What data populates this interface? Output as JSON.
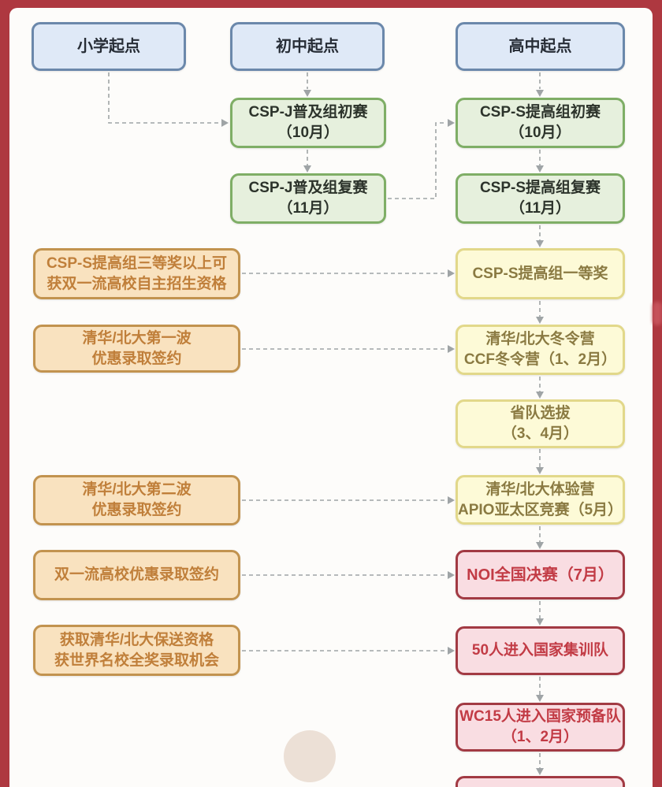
{
  "frame": {
    "border_color": "#ae3840",
    "background": "#fdfcfa",
    "watermark_circle_color": "#ece0d6"
  },
  "palette": {
    "start_fill": "#dfe9f7",
    "start_border": "#6b88ab",
    "start_text": "#272d36",
    "contest_fill": "#e6f0dd",
    "contest_border": "#7fae66",
    "contest_text": "#2c332b",
    "milestone_fill": "#fdfad7",
    "milestone_border": "#e2d88a",
    "milestone_text": "#8a7a42",
    "benefit_fill": "#f9e2bf",
    "benefit_border": "#c2934f",
    "benefit_text": "#c07f3a",
    "national_fill": "#f9dde2",
    "national_border": "#a23a43",
    "national_text": "#c23b45",
    "connector_color": "#9fa4a6"
  },
  "nodes": {
    "start_primary": {
      "line1": "小学起点"
    },
    "start_junior": {
      "line1": "初中起点"
    },
    "start_senior": {
      "line1": "高中起点"
    },
    "cspj_first": {
      "line1": "CSP-J普及组初赛",
      "line2": "（10月）"
    },
    "cspj_second": {
      "line1": "CSP-J普及组复赛",
      "line2": "（11月）"
    },
    "csps_first": {
      "line1": "CSP-S提高组初赛",
      "line2": "（10月）"
    },
    "csps_second": {
      "line1": "CSP-S提高组复赛",
      "line2": "（11月）"
    },
    "csps_award": {
      "line1": "CSP-S提高组一等奖"
    },
    "winter_camp": {
      "line1": "清华/北大冬令营",
      "line2": "CCF冬令营（1、2月）"
    },
    "province_selection": {
      "line1": "省队选拔",
      "line2": "（3、4月）"
    },
    "experience_camp": {
      "line1": "清华/北大体验营",
      "line2": "APIO亚太区竞赛（5月）"
    },
    "noi_final": {
      "line1": "NOI全国决赛（7月）"
    },
    "national_training_team": {
      "line1": "50人进入国家集训队"
    },
    "national_reserve_team": {
      "line1": "WC15人进入国家预备队",
      "line2": "（1、2月）"
    },
    "benefit_autonomous_admission": {
      "line1": "CSP-S提高组三等奖以上可",
      "line2": "获双一流高校自主招生资格"
    },
    "benefit_first_wave": {
      "line1": "清华/北大第一波",
      "line2": "优惠录取签约"
    },
    "benefit_second_wave": {
      "line1": "清华/北大第二波",
      "line2": "优惠录取签约"
    },
    "benefit_double_first_class": {
      "line1": "双一流高校优惠录取签约"
    },
    "benefit_baosong": {
      "line1": "获取清华/北大保送资格",
      "line2": "获世界名校全奖录取机会"
    }
  },
  "edges": [
    {
      "from": "start_primary",
      "to": "cspj_first"
    },
    {
      "from": "start_junior",
      "to": "cspj_first"
    },
    {
      "from": "cspj_first",
      "to": "cspj_second"
    },
    {
      "from": "cspj_second",
      "to": "csps_first"
    },
    {
      "from": "start_senior",
      "to": "csps_first"
    },
    {
      "from": "csps_first",
      "to": "csps_second"
    },
    {
      "from": "csps_second",
      "to": "csps_award"
    },
    {
      "from": "csps_award",
      "to": "winter_camp"
    },
    {
      "from": "winter_camp",
      "to": "province_selection"
    },
    {
      "from": "province_selection",
      "to": "experience_camp"
    },
    {
      "from": "experience_camp",
      "to": "noi_final"
    },
    {
      "from": "noi_final",
      "to": "national_training_team"
    },
    {
      "from": "national_training_team",
      "to": "national_reserve_team"
    },
    {
      "from": "national_reserve_team",
      "to": "next_stage_cutoff"
    },
    {
      "from": "benefit_autonomous_admission",
      "to": "csps_award"
    },
    {
      "from": "benefit_first_wave",
      "to": "winter_camp"
    },
    {
      "from": "benefit_second_wave",
      "to": "experience_camp"
    },
    {
      "from": "benefit_double_first_class",
      "to": "noi_final"
    },
    {
      "from": "benefit_baosong",
      "to": "national_training_team"
    }
  ]
}
